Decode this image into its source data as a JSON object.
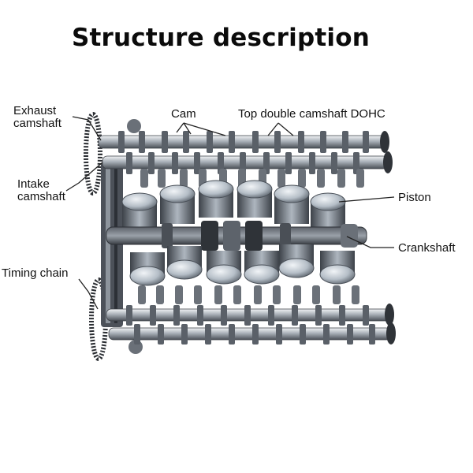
{
  "title": "Structure description",
  "labels": {
    "exhaust_camshaft": [
      "Exhaust",
      "camshaft"
    ],
    "intake_camshaft": [
      "Intake",
      "camshaft"
    ],
    "cam": "Cam",
    "dohc": "Top double camshaft DOHC",
    "piston": "Piston",
    "crankshaft": "Crankshaft",
    "timing_chain": "Timing chain"
  },
  "colors": {
    "metal_dark": "#3a3d42",
    "metal_mid": "#8a9098",
    "metal_light": "#d6dbe0",
    "piston_top": "#b9c2cb",
    "background": "#ffffff"
  }
}
